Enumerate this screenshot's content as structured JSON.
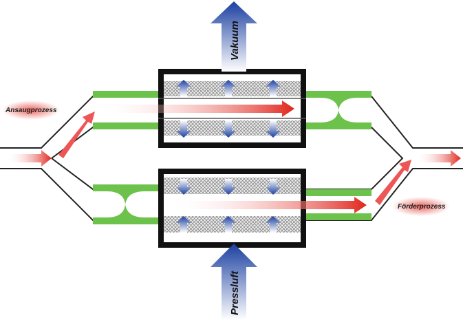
{
  "labels": {
    "intake": "Ansaugprozess",
    "delivery": "Förderprozess",
    "vacuum": "Vakuum",
    "compressed_air": "Pressluft"
  },
  "colors": {
    "flow_red": "#e0261c",
    "air_blue": "#1a3fa0",
    "valve_green": "#6cc24a",
    "housing_black": "#111111"
  }
}
